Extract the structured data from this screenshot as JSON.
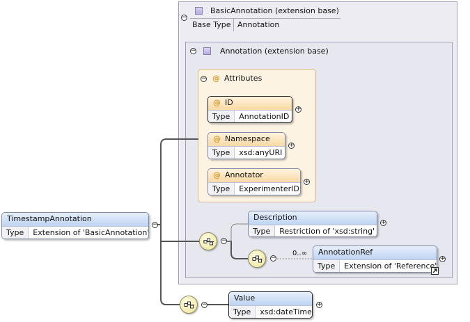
{
  "basic": {
    "title": "BasicAnnotation (extension base)",
    "base_type_key": "Base Type",
    "base_type_value": "Annotation"
  },
  "annotation": {
    "title": "Annotation (extension base)"
  },
  "attributes": {
    "label": "Attributes",
    "items": [
      {
        "name": "ID",
        "type_key": "Type",
        "type_value": "AnnotationID"
      },
      {
        "name": "Namespace",
        "type_key": "Type",
        "type_value": "xsd:anyURI"
      },
      {
        "name": "Annotator",
        "type_key": "Type",
        "type_value": "ExperimenterID"
      }
    ]
  },
  "root": {
    "name": "TimestampAnnotation",
    "type_key": "Type",
    "type_value": "Extension of 'BasicAnnotation'"
  },
  "description": {
    "name": "Description",
    "type_key": "Type",
    "type_value": "Restriction of 'xsd:string'"
  },
  "annotation_ref": {
    "name": "AnnotationRef",
    "type_key": "Type",
    "type_value": "Extension of 'Reference'",
    "cardinality": "0..∞"
  },
  "value": {
    "name": "Value",
    "type_key": "Type",
    "type_value": "xsd:dateTime"
  },
  "glyphs": {
    "attribute_marker": "@",
    "collapse": "−",
    "expand": "+"
  }
}
